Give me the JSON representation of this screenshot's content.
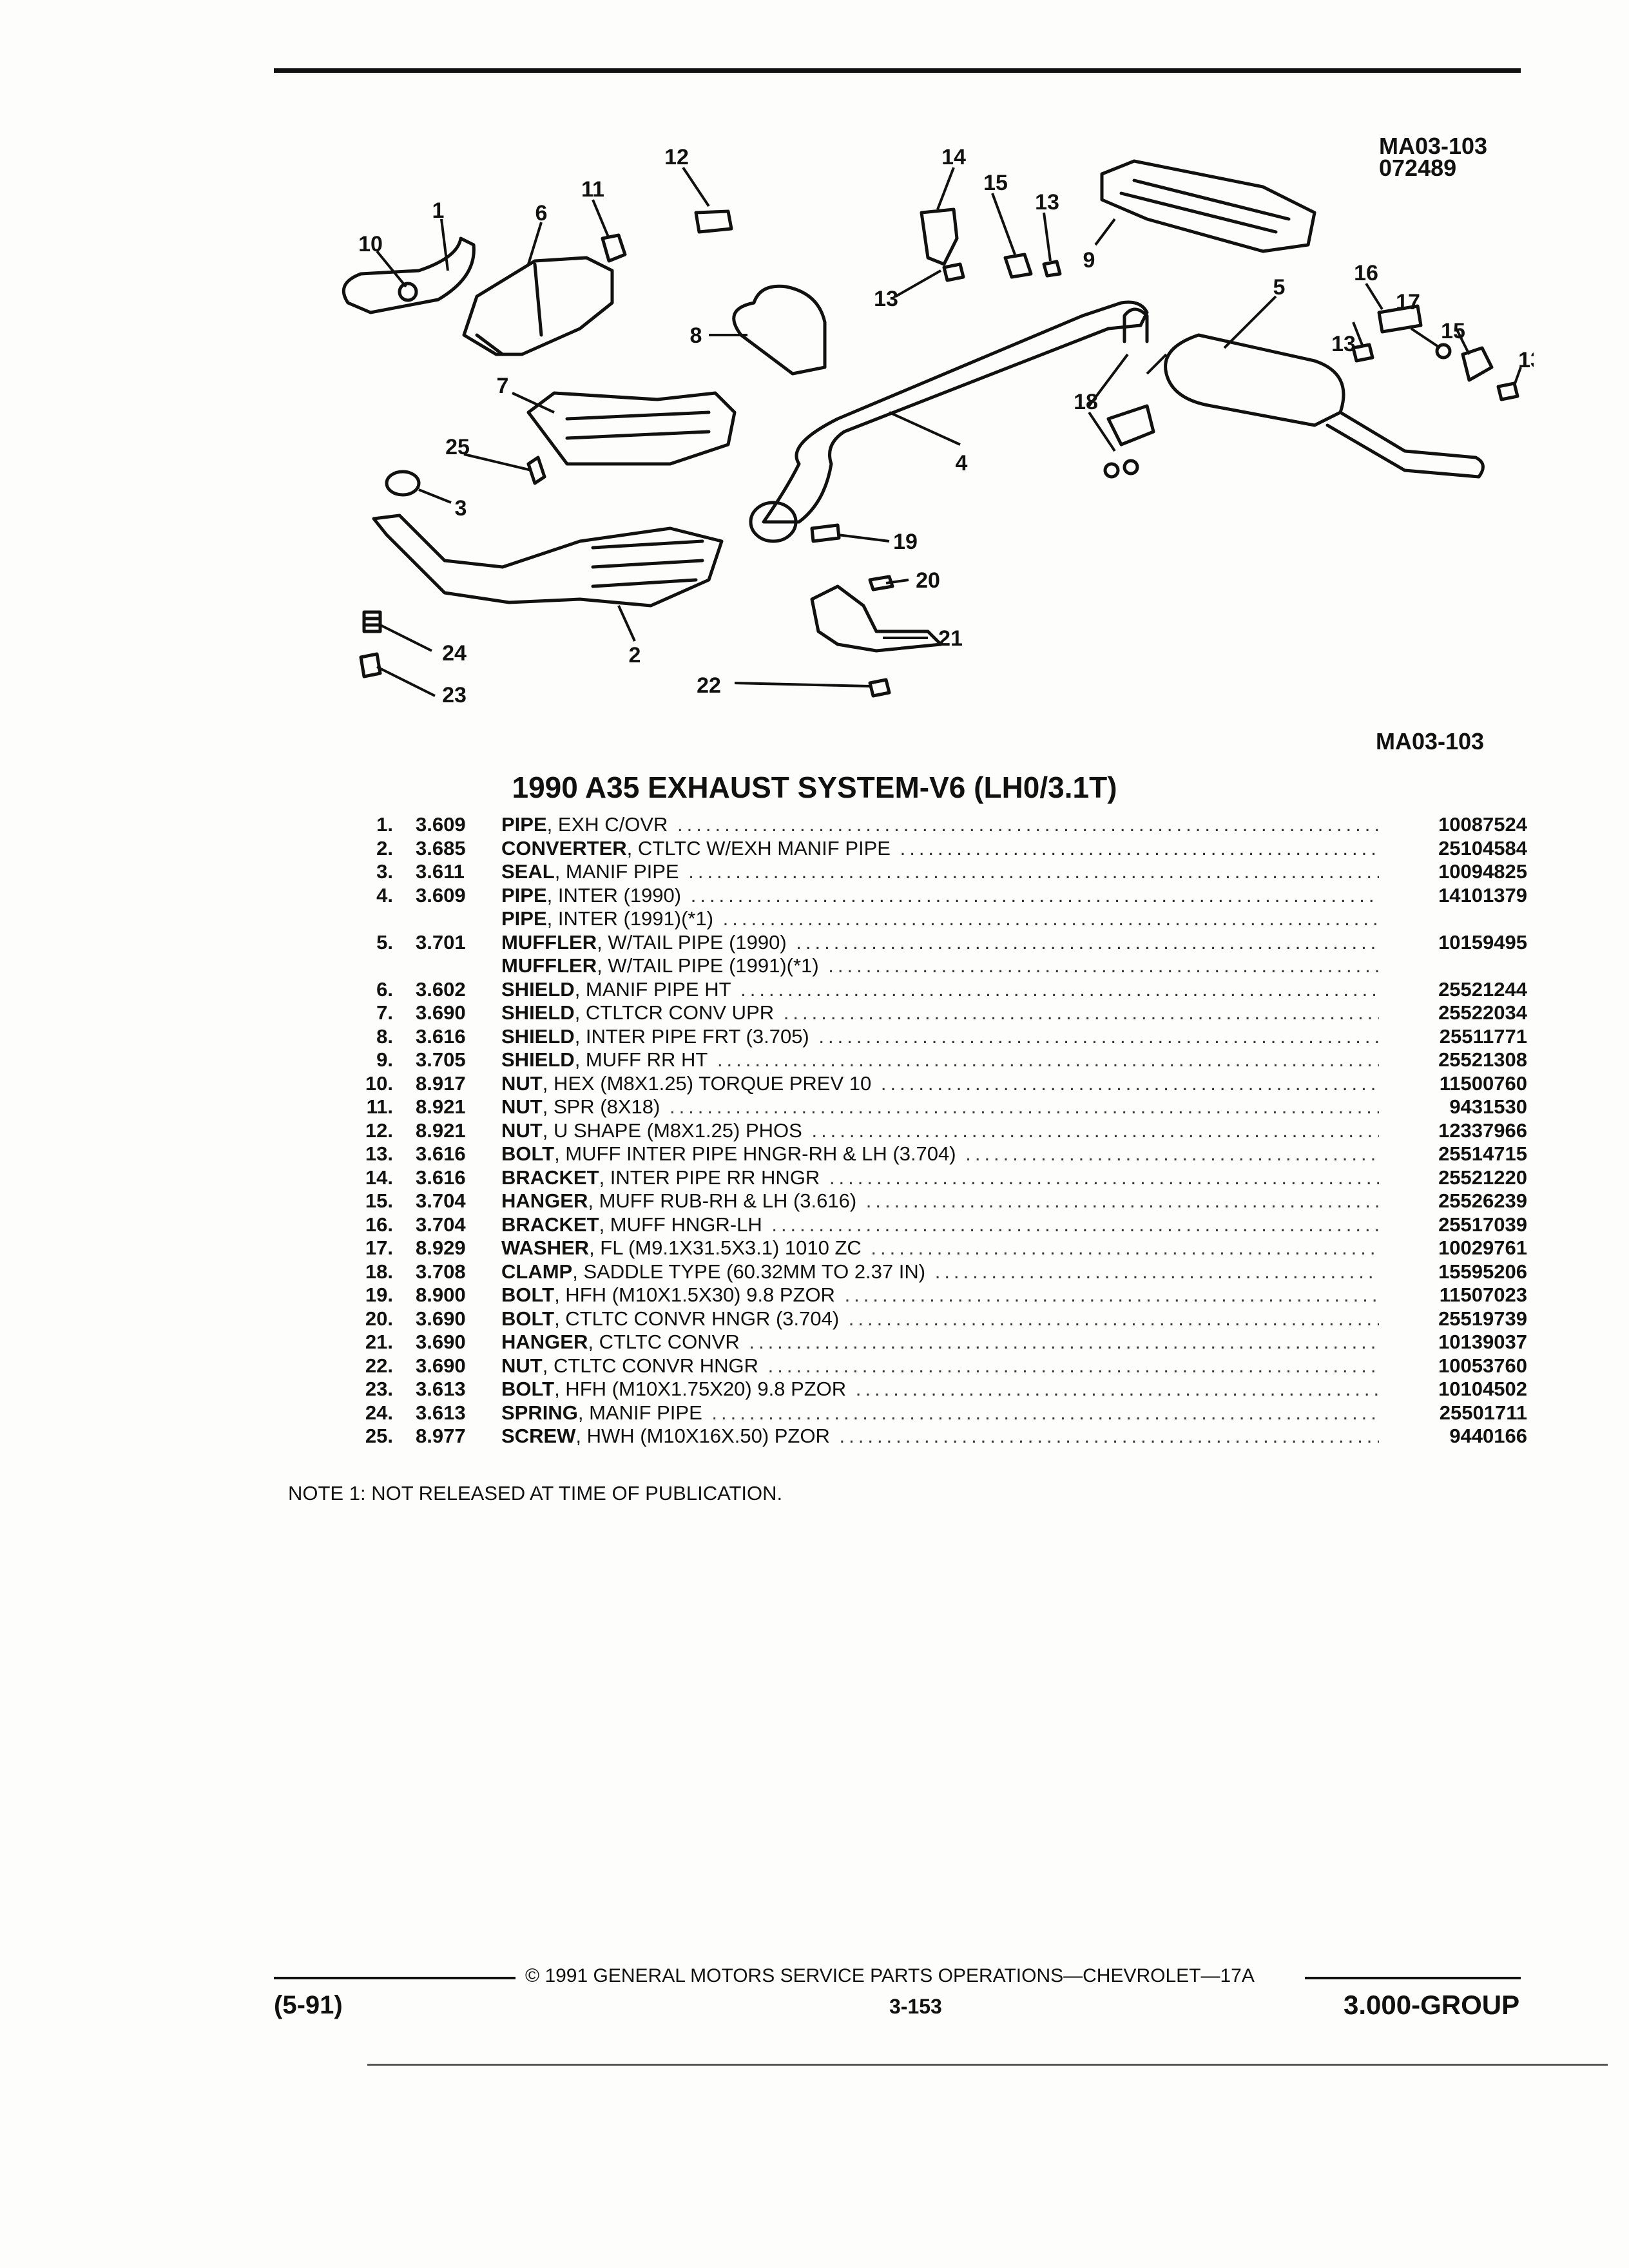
{
  "header": {
    "code": "MA03-103",
    "date_code": "072489"
  },
  "diagram": {
    "code": "MA03-103",
    "callouts": [
      "1",
      "2",
      "3",
      "4",
      "5",
      "6",
      "7",
      "8",
      "9",
      "10",
      "11",
      "12",
      "13",
      "14",
      "15",
      "16",
      "17",
      "18",
      "19",
      "20",
      "21",
      "22",
      "23",
      "24",
      "25"
    ]
  },
  "title": "1990 A35 EXHAUST SYSTEM-V6 (LH0/3.1T)",
  "parts": [
    {
      "num": "1.",
      "group": "3.609",
      "name": "PIPE",
      "desc": ", EXH C/OVR",
      "pn": "10087524"
    },
    {
      "num": "2.",
      "group": "3.685",
      "name": "CONVERTER",
      "desc": ", CTLTC W/EXH MANIF PIPE",
      "pn": "25104584"
    },
    {
      "num": "3.",
      "group": "3.611",
      "name": "SEAL",
      "desc": ", MANIF PIPE",
      "pn": "10094825"
    },
    {
      "num": "4.",
      "group": "3.609",
      "name": "PIPE",
      "desc": ", INTER (1990)",
      "pn": "14101379"
    },
    {
      "num": "",
      "group": "",
      "name": "PIPE",
      "desc": ", INTER (1991)(*1)",
      "pn": ""
    },
    {
      "num": "5.",
      "group": "3.701",
      "name": "MUFFLER",
      "desc": ", W/TAIL PIPE (1990)",
      "pn": "10159495"
    },
    {
      "num": "",
      "group": "",
      "name": "MUFFLER",
      "desc": ", W/TAIL PIPE (1991)(*1)",
      "pn": ""
    },
    {
      "num": "6.",
      "group": "3.602",
      "name": "SHIELD",
      "desc": ", MANIF PIPE HT",
      "pn": "25521244"
    },
    {
      "num": "7.",
      "group": "3.690",
      "name": "SHIELD",
      "desc": ", CTLTCR CONV UPR",
      "pn": "25522034"
    },
    {
      "num": "8.",
      "group": "3.616",
      "name": "SHIELD",
      "desc": ", INTER PIPE FRT (3.705)",
      "pn": "25511771"
    },
    {
      "num": "9.",
      "group": "3.705",
      "name": "SHIELD",
      "desc": ", MUFF RR HT",
      "pn": "25521308"
    },
    {
      "num": "10.",
      "group": "8.917",
      "name": "NUT",
      "desc": ", HEX (M8X1.25) TORQUE PREV 10",
      "pn": "11500760"
    },
    {
      "num": "11.",
      "group": "8.921",
      "name": "NUT",
      "desc": ", SPR (8X18)",
      "pn": "9431530"
    },
    {
      "num": "12.",
      "group": "8.921",
      "name": "NUT",
      "desc": ", U SHAPE (M8X1.25) PHOS",
      "pn": "12337966"
    },
    {
      "num": "13.",
      "group": "3.616",
      "name": "BOLT",
      "desc": ", MUFF INTER PIPE HNGR-RH & LH (3.704)",
      "pn": "25514715"
    },
    {
      "num": "14.",
      "group": "3.616",
      "name": "BRACKET",
      "desc": ", INTER PIPE RR HNGR",
      "pn": "25521220"
    },
    {
      "num": "15.",
      "group": "3.704",
      "name": "HANGER",
      "desc": ", MUFF RUB-RH & LH (3.616)",
      "pn": "25526239"
    },
    {
      "num": "16.",
      "group": "3.704",
      "name": "BRACKET",
      "desc": ", MUFF HNGR-LH",
      "pn": "25517039"
    },
    {
      "num": "17.",
      "group": "8.929",
      "name": "WASHER",
      "desc": ", FL (M9.1X31.5X3.1) 1010 ZC",
      "pn": "10029761"
    },
    {
      "num": "18.",
      "group": "3.708",
      "name": "CLAMP",
      "desc": ", SADDLE TYPE (60.32MM TO 2.37 IN)",
      "pn": "15595206"
    },
    {
      "num": "19.",
      "group": "8.900",
      "name": "BOLT",
      "desc": ", HFH (M10X1.5X30) 9.8 PZOR",
      "pn": "11507023"
    },
    {
      "num": "20.",
      "group": "3.690",
      "name": "BOLT",
      "desc": ", CTLTC CONVR HNGR (3.704)",
      "pn": "25519739"
    },
    {
      "num": "21.",
      "group": "3.690",
      "name": "HANGER",
      "desc": ", CTLTC CONVR",
      "pn": "10139037"
    },
    {
      "num": "22.",
      "group": "3.690",
      "name": "NUT",
      "desc": ", CTLTC CONVR HNGR",
      "pn": "10053760"
    },
    {
      "num": "23.",
      "group": "3.613",
      "name": "BOLT",
      "desc": ", HFH (M10X1.75X20) 9.8 PZOR",
      "pn": "10104502"
    },
    {
      "num": "24.",
      "group": "3.613",
      "name": "SPRING",
      "desc": ", MANIF PIPE",
      "pn": "25501711"
    },
    {
      "num": "25.",
      "group": "8.977",
      "name": "SCREW",
      "desc": ", HWH (M10X16X.50) PZOR",
      "pn": "9440166"
    }
  ],
  "note": "NOTE 1: NOT RELEASED AT TIME OF PUBLICATION.",
  "footer": {
    "copyright": "© 1991 GENERAL MOTORS SERVICE PARTS OPERATIONS—CHEVROLET—17A",
    "revision": "(5-91)",
    "page": "3-153",
    "group": "3.000-GROUP"
  }
}
